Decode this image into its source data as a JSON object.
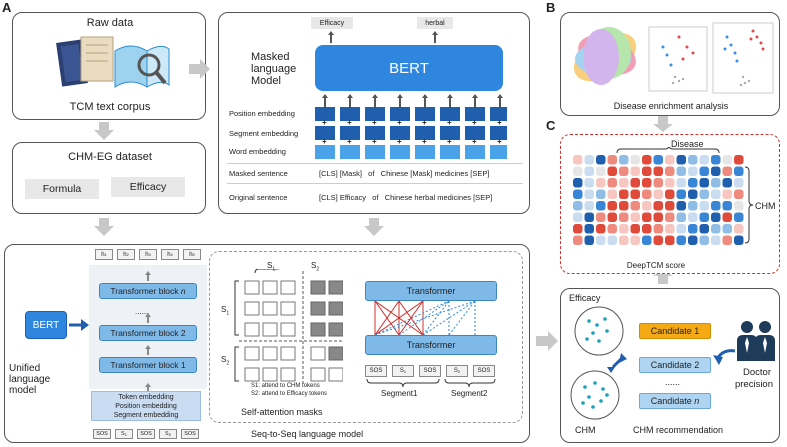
{
  "panel_letters": {
    "a": "A",
    "b": "B",
    "c": "C"
  },
  "raw": {
    "title": "Raw data",
    "subtitle": "TCM text corpus"
  },
  "dataset": {
    "title": "CHM-EG dataset",
    "formula": "Formula",
    "efficacy": "Efficacy"
  },
  "mlm": {
    "label_line1": "Masked",
    "label_line2": "language",
    "label_line3": "Model",
    "bert": "BERT",
    "out1": "Efficacy",
    "out2": "herbal",
    "pos": "Position embedding",
    "seg": "Segment embedding",
    "word": "Word embedding",
    "masked_label": "Masked sentence",
    "masked_text": "[CLS] [Mask]   of   Chinese [Mask] medicines [SEP]",
    "orig_label": "Original sentence",
    "orig_text": "[CLS] Efficacy   of   Chinese herbal medicines [SEP]",
    "plus": "+"
  },
  "unified": {
    "label_line1": "Unified",
    "label_line2": "language",
    "label_line3": "model",
    "bert": "BERT",
    "h_tokens": [
      "h",
      "h",
      "h",
      "h",
      "h"
    ],
    "h_subs": [
      "1",
      "2",
      "3",
      "4",
      "5"
    ],
    "block_n_prefix": "Transformer block ",
    "block_n_italic": "n",
    "dots": "......",
    "block2": "Transformer block 2",
    "block1": "Transformer block 1",
    "emb_token": "Token embedding",
    "emb_pos": "Position embedding",
    "emb_seg": "Segment embedding",
    "bottom_tokens": [
      "SOS",
      "S",
      "SOS",
      "S",
      "SOS"
    ],
    "bottom_subs": [
      "",
      "1",
      "",
      "2",
      ""
    ]
  },
  "attn": {
    "title": "Self-attention masks",
    "col_s1": "S",
    "col_s2": "S",
    "sub1": "1",
    "sub2": "2",
    "row_s1": "S",
    "row_s2": "S",
    "note1": "S1: attend to CHM tokens",
    "note2": "S2: attend to Efficacy tokens"
  },
  "seq": {
    "title": "Seq-to-Seq language model",
    "transformer": "Transformer",
    "tokens": [
      "SOS",
      "S",
      "SOS",
      "S",
      "SOS"
    ],
    "subs": [
      "",
      "1",
      "",
      "2",
      ""
    ],
    "seg1": "Segment1",
    "seg2": "Segment2"
  },
  "enrich": {
    "caption": "Disease enrichment analysis"
  },
  "heat": {
    "disease": "Disease",
    "chm": "CHM",
    "caption": "DeepTCM score"
  },
  "rec": {
    "efficacy": "Efficacy",
    "chm": "CHM",
    "cand1": "Candidate 1",
    "cand2": "Candidate 2",
    "dots": "......",
    "candn_prefix": "Candidate ",
    "candn_italic": "n",
    "doctor1": "Doctor",
    "doctor2": "precision",
    "caption": "CHM recommendation"
  },
  "colors": {
    "blue_dark": "#1f5fae",
    "blue_mid": "#2e86de",
    "blue_light": "#7fb9e8",
    "orange": "#f4a915",
    "red": "#d0302b",
    "grey_arrow": "#c8c8c8"
  }
}
